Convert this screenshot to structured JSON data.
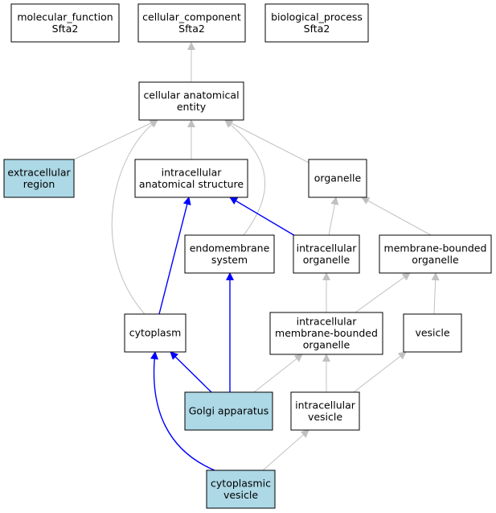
{
  "colors": {
    "background": "#ffffff",
    "node_fill_default": "#ffffff",
    "node_fill_highlight": "#add8e6",
    "node_stroke": "#000000",
    "edge_gray": "#c0c0c0",
    "edge_blue": "#0000ff"
  },
  "nodes": [
    {
      "id": "molecular_function",
      "lines": [
        "molecular_function",
        "Sfta2"
      ],
      "highlight": false
    },
    {
      "id": "cellular_component",
      "lines": [
        "cellular_component",
        "Sfta2"
      ],
      "highlight": false
    },
    {
      "id": "biological_process",
      "lines": [
        "biological_process",
        "Sfta2"
      ],
      "highlight": false
    },
    {
      "id": "cellular_anatomical_entity",
      "lines": [
        "cellular anatomical",
        "entity"
      ],
      "highlight": false
    },
    {
      "id": "extracellular_region",
      "lines": [
        "extracellular",
        "region"
      ],
      "highlight": true
    },
    {
      "id": "intracellular_anatomical_structure",
      "lines": [
        "intracellular",
        "anatomical structure"
      ],
      "highlight": false
    },
    {
      "id": "organelle",
      "lines": [
        "organelle"
      ],
      "highlight": false
    },
    {
      "id": "endomembrane_system",
      "lines": [
        "endomembrane",
        "system"
      ],
      "highlight": false
    },
    {
      "id": "intracellular_organelle",
      "lines": [
        "intracellular",
        "organelle"
      ],
      "highlight": false
    },
    {
      "id": "membrane_bounded_organelle",
      "lines": [
        "membrane-bounded",
        "organelle"
      ],
      "highlight": false
    },
    {
      "id": "cytoplasm",
      "lines": [
        "cytoplasm"
      ],
      "highlight": false
    },
    {
      "id": "intracellular_membrane_bounded_organelle",
      "lines": [
        "intracellular",
        "membrane-bounded",
        "organelle"
      ],
      "highlight": false
    },
    {
      "id": "vesicle",
      "lines": [
        "vesicle"
      ],
      "highlight": false
    },
    {
      "id": "golgi_apparatus",
      "lines": [
        "Golgi apparatus"
      ],
      "highlight": true
    },
    {
      "id": "intracellular_vesicle",
      "lines": [
        "intracellular",
        "vesicle"
      ],
      "highlight": false
    },
    {
      "id": "cytoplasmic_vesicle",
      "lines": [
        "cytoplasmic",
        "vesicle"
      ],
      "highlight": true
    }
  ],
  "edges": [
    {
      "from": "cellular_anatomical_entity",
      "to": "cellular_component",
      "color": "gray"
    },
    {
      "from": "extracellular_region",
      "to": "cellular_anatomical_entity",
      "color": "gray"
    },
    {
      "from": "intracellular_anatomical_structure",
      "to": "cellular_anatomical_entity",
      "color": "gray"
    },
    {
      "from": "organelle",
      "to": "cellular_anatomical_entity",
      "color": "gray"
    },
    {
      "from": "cytoplasm",
      "to": "cellular_anatomical_entity",
      "color": "gray"
    },
    {
      "from": "endomembrane_system",
      "to": "cellular_anatomical_entity",
      "color": "gray"
    },
    {
      "from": "intracellular_organelle",
      "to": "organelle",
      "color": "gray"
    },
    {
      "from": "membrane_bounded_organelle",
      "to": "organelle",
      "color": "gray"
    },
    {
      "from": "intracellular_organelle",
      "to": "intracellular_anatomical_structure",
      "color": "blue"
    },
    {
      "from": "cytoplasm",
      "to": "intracellular_anatomical_structure",
      "color": "blue"
    },
    {
      "from": "intracellular_membrane_bounded_organelle",
      "to": "intracellular_organelle",
      "color": "gray"
    },
    {
      "from": "intracellular_membrane_bounded_organelle",
      "to": "membrane_bounded_organelle",
      "color": "gray"
    },
    {
      "from": "vesicle",
      "to": "membrane_bounded_organelle",
      "color": "gray"
    },
    {
      "from": "golgi_apparatus",
      "to": "cytoplasm",
      "color": "blue"
    },
    {
      "from": "golgi_apparatus",
      "to": "endomembrane_system",
      "color": "blue"
    },
    {
      "from": "golgi_apparatus",
      "to": "intracellular_membrane_bounded_organelle",
      "color": "gray"
    },
    {
      "from": "intracellular_vesicle",
      "to": "intracellular_membrane_bounded_organelle",
      "color": "gray"
    },
    {
      "from": "intracellular_vesicle",
      "to": "vesicle",
      "color": "gray"
    },
    {
      "from": "cytoplasmic_vesicle",
      "to": "intracellular_vesicle",
      "color": "gray"
    },
    {
      "from": "cytoplasmic_vesicle",
      "to": "cytoplasm",
      "color": "blue"
    }
  ]
}
